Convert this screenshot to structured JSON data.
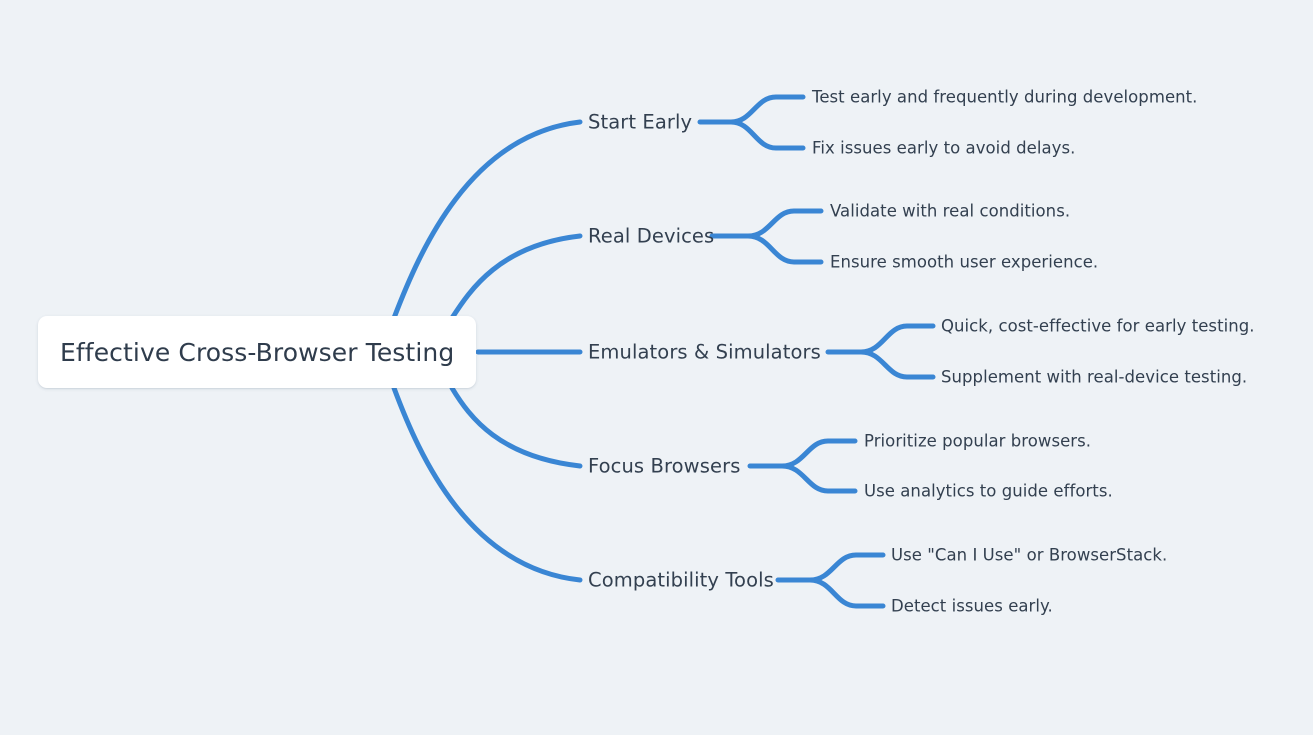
{
  "diagram": {
    "type": "mind-map",
    "orientation": "left-to-right",
    "background_color": "#eef2f6",
    "edge_color": "#3a86d4",
    "text_color": "#334050",
    "root_node_color": "#ffffff",
    "root": {
      "label": "Effective Cross-Browser Testing"
    },
    "branches": [
      {
        "label": "Start Early",
        "leaves": [
          {
            "label": "Test early and frequently during development."
          },
          {
            "label": "Fix issues early to avoid delays."
          }
        ]
      },
      {
        "label": "Real Devices",
        "leaves": [
          {
            "label": "Validate with real conditions."
          },
          {
            "label": "Ensure smooth user experience."
          }
        ]
      },
      {
        "label": "Emulators & Simulators",
        "leaves": [
          {
            "label": "Quick, cost-effective for early testing."
          },
          {
            "label": "Supplement with real-device testing."
          }
        ]
      },
      {
        "label": "Focus Browsers",
        "leaves": [
          {
            "label": "Prioritize popular browsers."
          },
          {
            "label": "Use analytics to guide efforts."
          }
        ]
      },
      {
        "label": "Compatibility Tools",
        "leaves": [
          {
            "label": "Use \"Can I Use\" or BrowserStack."
          },
          {
            "label": "Detect issues early."
          }
        ]
      }
    ]
  }
}
